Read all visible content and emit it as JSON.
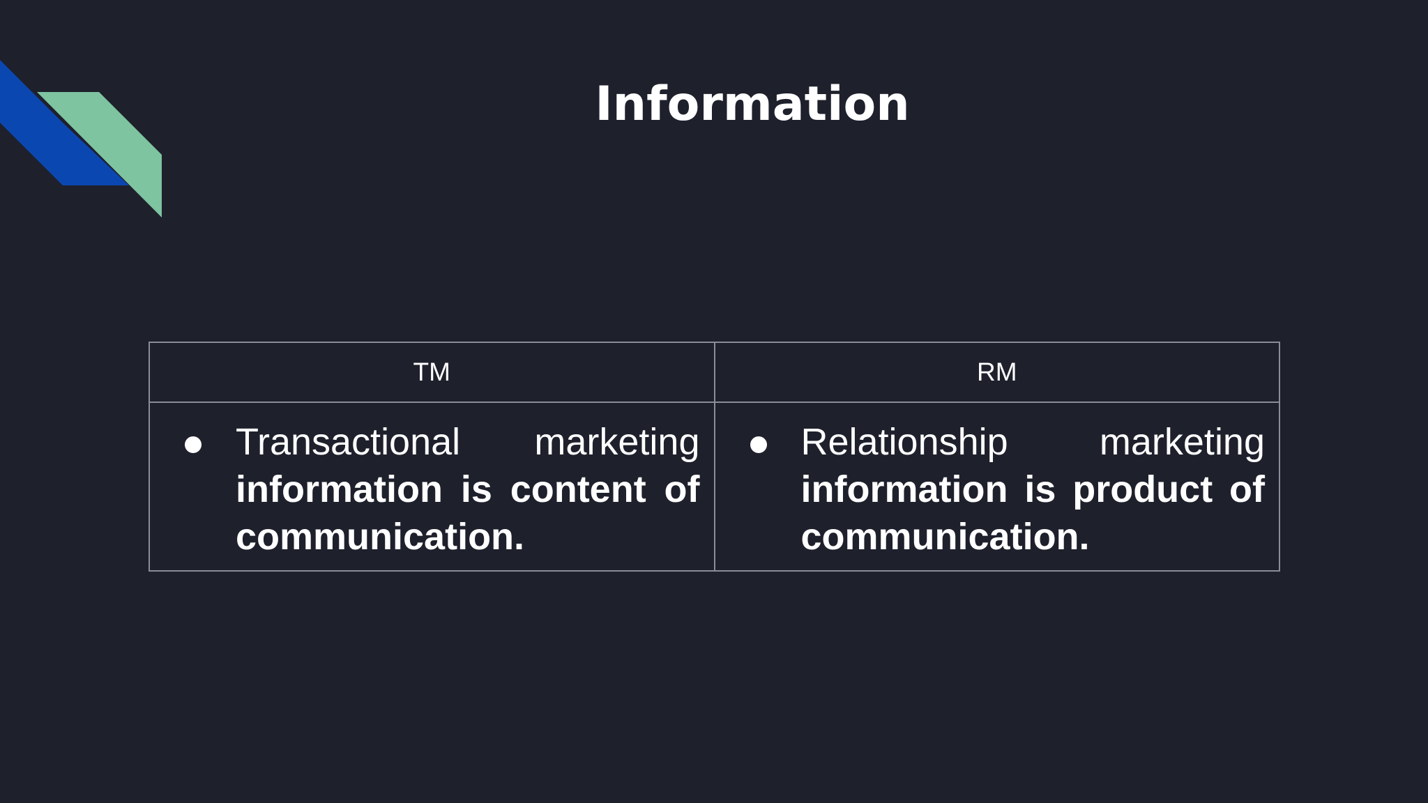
{
  "slide": {
    "title": "Information",
    "colors": {
      "background": "#1e202c",
      "accent_blue": "#0b47b0",
      "accent_green": "#7ec4a0",
      "table_border": "#8a8d96",
      "text": "#ffffff"
    },
    "decoration": "diagonal-ribbon-shapes",
    "table": {
      "headers": [
        "TM",
        "RM"
      ],
      "rows": [
        {
          "cells": [
            {
              "bullet_icon": "bullet-dot-icon",
              "regular_text": "Transactional marketing",
              "bold_text": "information is content of communication."
            },
            {
              "bullet_icon": "bullet-dot-icon",
              "regular_text": "Relationship marketing",
              "bold_text": "information is product of communication."
            }
          ]
        }
      ]
    }
  }
}
